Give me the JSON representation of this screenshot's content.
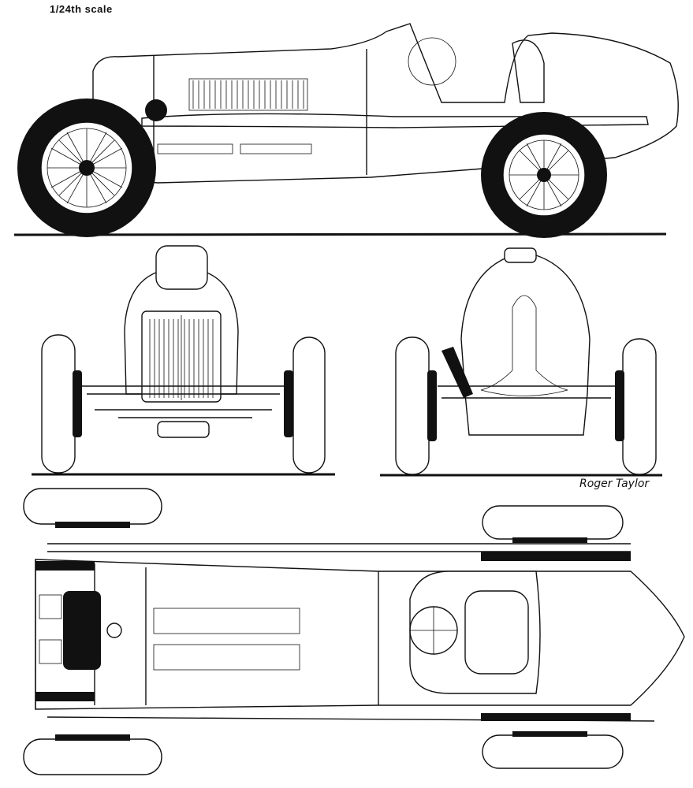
{
  "drawing": {
    "scale_label": "1/24th scale",
    "artist_signature": "Roger Taylor",
    "views": [
      "side-elevation",
      "front-elevation",
      "rear-elevation",
      "plan-view"
    ]
  },
  "colors": {
    "ink": "#111111",
    "paper": "#ffffff"
  }
}
